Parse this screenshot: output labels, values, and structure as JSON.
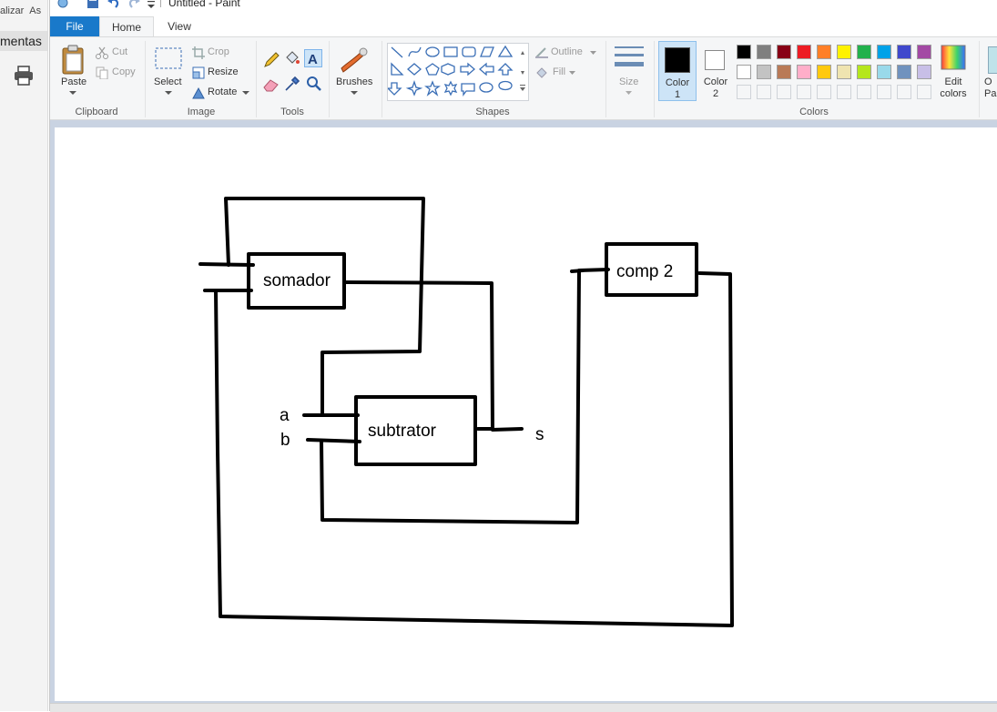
{
  "background_app": {
    "menu_items": [
      "alizar",
      "As"
    ],
    "title": "mentas"
  },
  "window": {
    "title": "Untitled - Paint"
  },
  "tabs": {
    "file": "File",
    "home": "Home",
    "view": "View"
  },
  "clipboard": {
    "paste": "Paste",
    "cut": "Cut",
    "copy": "Copy",
    "group": "Clipboard"
  },
  "image": {
    "select": "Select",
    "crop": "Crop",
    "resize": "Resize",
    "rotate": "Rotate",
    "group": "Image"
  },
  "tools": {
    "group": "Tools"
  },
  "brushes": {
    "label": "Brushes"
  },
  "shapes": {
    "outline": "Outline",
    "fill": "Fill",
    "group": "Shapes"
  },
  "size": {
    "label": "Size"
  },
  "colors": {
    "color1": "Color 1",
    "color1_value": "#000000",
    "color2": "Color 2",
    "color2_value": "#ffffff",
    "edit": "Edit colors",
    "group": "Colors",
    "next_partial": "O Pai",
    "palette_row1": [
      "#000000",
      "#7f7f7f",
      "#880015",
      "#ed1c24",
      "#ff7f27",
      "#fff200",
      "#22b14c",
      "#00a2e8",
      "#3f48cc",
      "#a349a4"
    ],
    "palette_row2": [
      "#ffffff",
      "#c3c3c3",
      "#b97a57",
      "#ffaec9",
      "#ffc90e",
      "#efe4b0",
      "#b5e61d",
      "#99d9ea",
      "#7092be",
      "#c8bfe7"
    ]
  },
  "diagram": {
    "block_somador": "somador",
    "block_subtrator": "subtrator",
    "block_comp2": "comp 2",
    "label_a": "a",
    "label_b": "b",
    "label_s": "s"
  }
}
